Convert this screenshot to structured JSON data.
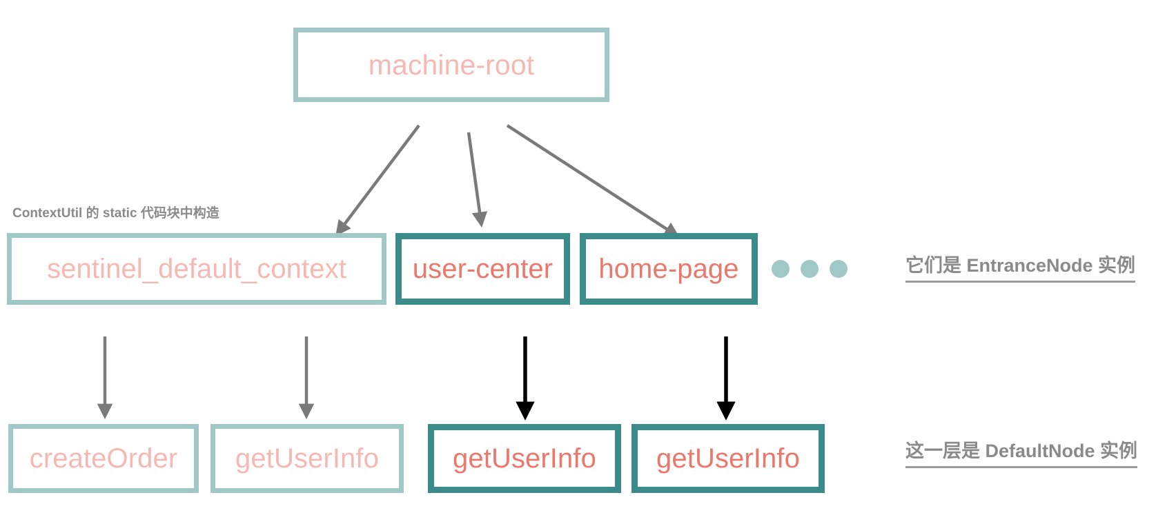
{
  "diagram": {
    "title": "Sentinel node tree diagram",
    "colors": {
      "light_border": "#9FC8C6",
      "light_text": "#F6B8B2",
      "strong_border": "#3B8B8B",
      "strong_text": "#E9796C",
      "annotation_text": "#8A8A8A",
      "arrow_gray": "#7A7A7A",
      "arrow_black": "#000000",
      "dot": "#9FC8C6",
      "background": "#FFFFFF"
    },
    "levels": {
      "root": {
        "nodes": [
          {
            "label": "machine-root",
            "tone": "light"
          }
        ]
      },
      "entrance": {
        "note_left": "ContextUtil 的 static 代码块中构造",
        "note_right": "它们是 EntranceNode 实例",
        "dots_count": 3,
        "nodes": [
          {
            "label": "sentinel_default_context",
            "tone": "light"
          },
          {
            "label": "user-center",
            "tone": "strong"
          },
          {
            "label": "home-page",
            "tone": "strong"
          }
        ]
      },
      "default": {
        "note_right": "这一层是 DefaultNode 实例",
        "nodes": [
          {
            "label": "createOrder",
            "tone": "light"
          },
          {
            "label": "getUserInfo",
            "tone": "light"
          },
          {
            "label": "getUserInfo",
            "tone": "strong"
          },
          {
            "label": "getUserInfo",
            "tone": "strong"
          }
        ]
      }
    }
  }
}
